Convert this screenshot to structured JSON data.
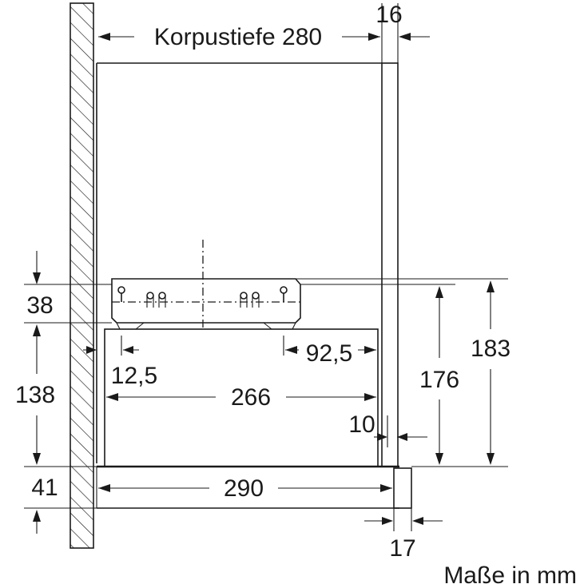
{
  "drawing": {
    "labels": {
      "korpustiefe": "Korpustiefe 280",
      "front_panel": "16",
      "upper_offset": "38",
      "hood_height": "138",
      "rail_height": "41",
      "left_offset": "12,5",
      "right_offset": "92,5",
      "hood_depth": "266",
      "total_depth": "290",
      "gap": "10",
      "frame_height": "176",
      "overall_height": "183",
      "handle_depth": "17",
      "units_note": "Maße in mm"
    },
    "colors": {
      "line": "#1a1a1a",
      "background": "#ffffff"
    }
  }
}
